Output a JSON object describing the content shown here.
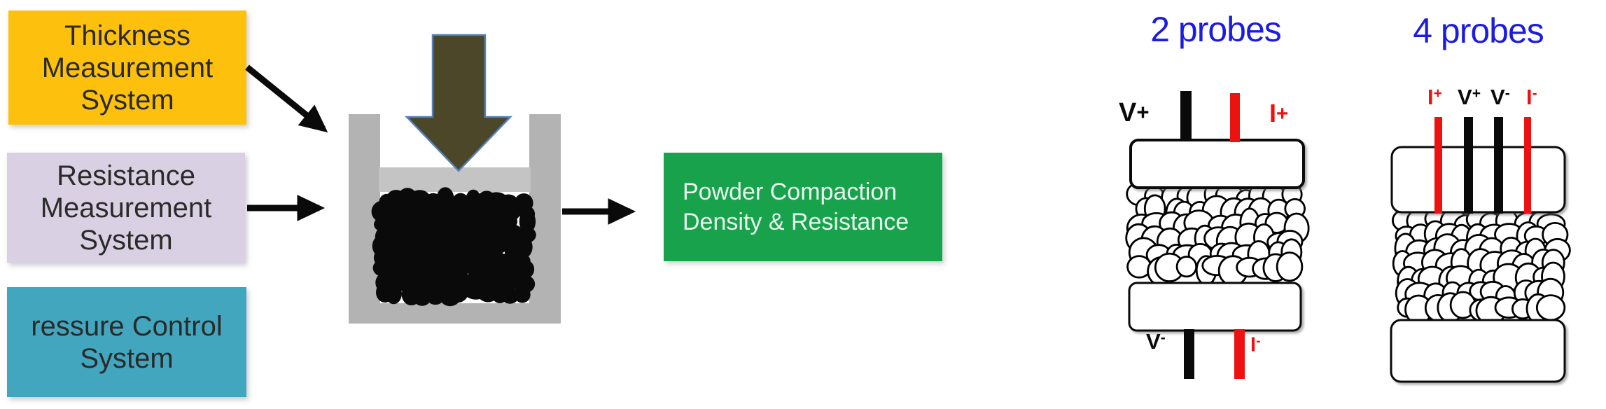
{
  "flow": {
    "inputs": [
      {
        "label": "Thickness\nMeasurement\nSystem",
        "bg": "#FCC00D"
      },
      {
        "label": "Resistance\nMeasurement\nSystem",
        "bg": "#D9D0E3"
      },
      {
        "label": "ressure Control\nSystem",
        "bg": "#43A6BF"
      }
    ],
    "output": {
      "label": "Powder Compaction\nDensity & Resistance",
      "bg": "#17A24B",
      "fg": "#E9F8EE"
    }
  },
  "probes": {
    "two": {
      "title": "2 probes",
      "v_plus": {
        "base": "V",
        "sign": "+"
      },
      "i_plus": {
        "base": "I",
        "sign": "+"
      },
      "v_minus": {
        "base": "V",
        "sign": "-"
      },
      "i_minus": {
        "base": "I",
        "sign": "-"
      }
    },
    "four": {
      "title": "4 probes",
      "labels": [
        {
          "base": "I",
          "sign": "+"
        },
        {
          "base": "V",
          "sign": "+"
        },
        {
          "base": "V",
          "sign": "-"
        },
        {
          "base": "I",
          "sign": "-"
        }
      ]
    }
  },
  "colors": {
    "title_blue": "#1C1CDF",
    "probe_red": "#EE1111",
    "probe_black": "#0A0A0A",
    "input_text": "#2A2A2A",
    "die_gray": "#B3B3B3",
    "punch_gray": "#C4C4C4",
    "powder_black": "#0A0A0A",
    "press_arrow_fill": "#4C4728",
    "press_arrow_stroke": "#5581BC",
    "flow_arrow_black": "#0A0A0A"
  }
}
